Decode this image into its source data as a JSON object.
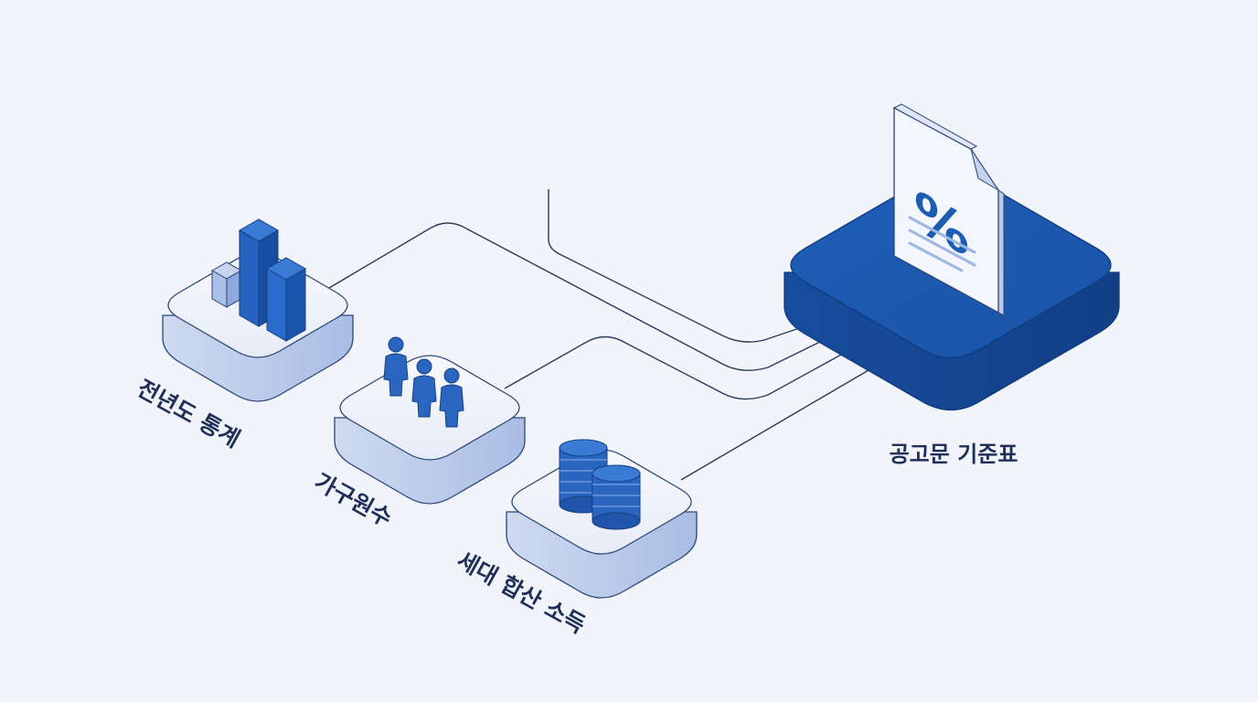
{
  "diagram": {
    "sources": [
      {
        "id": "stats",
        "label": "전년도 통계",
        "icon": "bar-chart-icon"
      },
      {
        "id": "household",
        "label": "가구원수",
        "icon": "people-icon"
      },
      {
        "id": "income",
        "label": "세대 합산 소득",
        "icon": "coin-stack-icon"
      }
    ],
    "target": {
      "label": "공고문 기준표",
      "icon": "percent-document-icon",
      "symbol": "%"
    }
  },
  "colors": {
    "background": "#f1f4fa",
    "accent": "#1d5cb3",
    "accent_dark": "#14489a",
    "platform_light": "#e9eef8",
    "platform_stroke": "#2c4677",
    "line": "#2c3a5a",
    "text": "#1f2f57"
  }
}
